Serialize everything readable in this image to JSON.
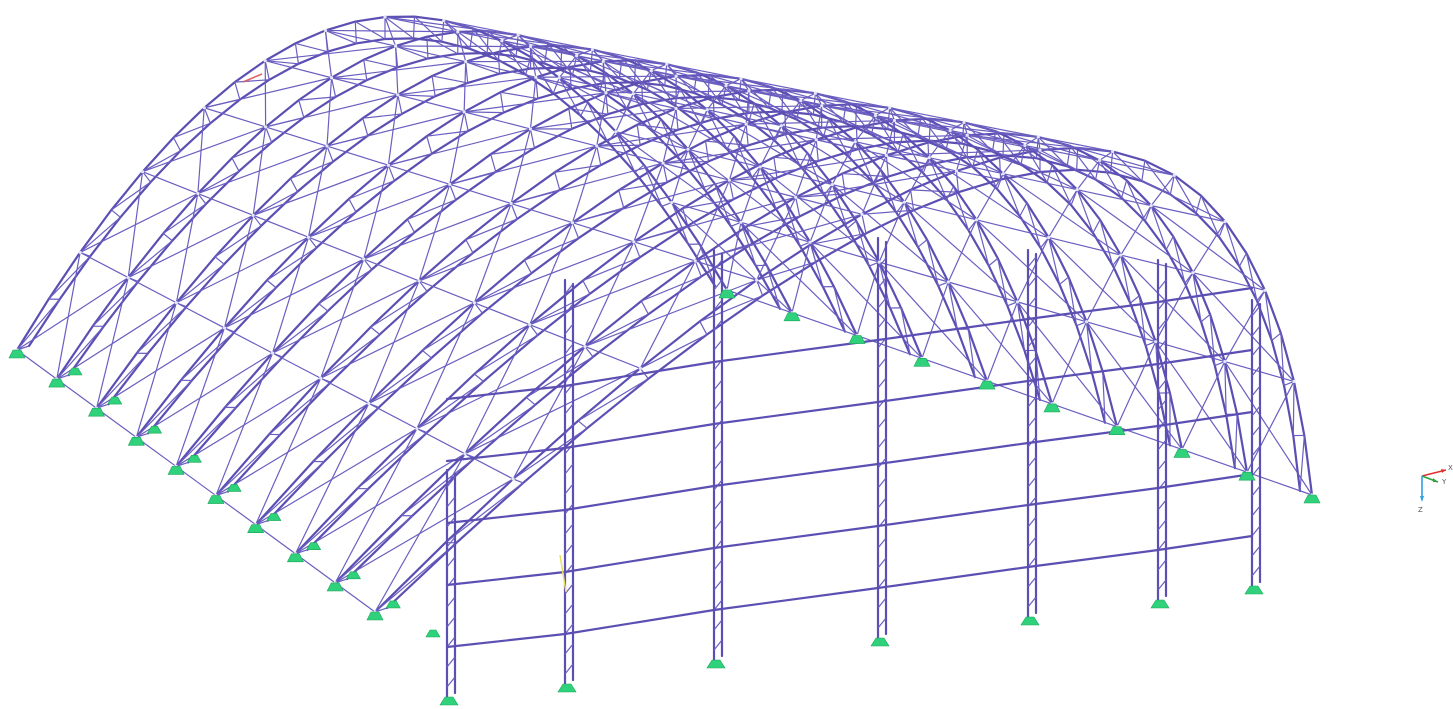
{
  "view": {
    "member_color": "#5b4fb3",
    "support_color": "#2fd27a",
    "background": "#ffffff",
    "highlight_red": "#e06060",
    "highlight_yellow": "#e8e060"
  },
  "axes": {
    "x_label": "X",
    "y_label": "Y",
    "z_label": "Z",
    "x_color": "#e03030",
    "y_color": "#30a040",
    "z_color": "#30a0e0"
  }
}
